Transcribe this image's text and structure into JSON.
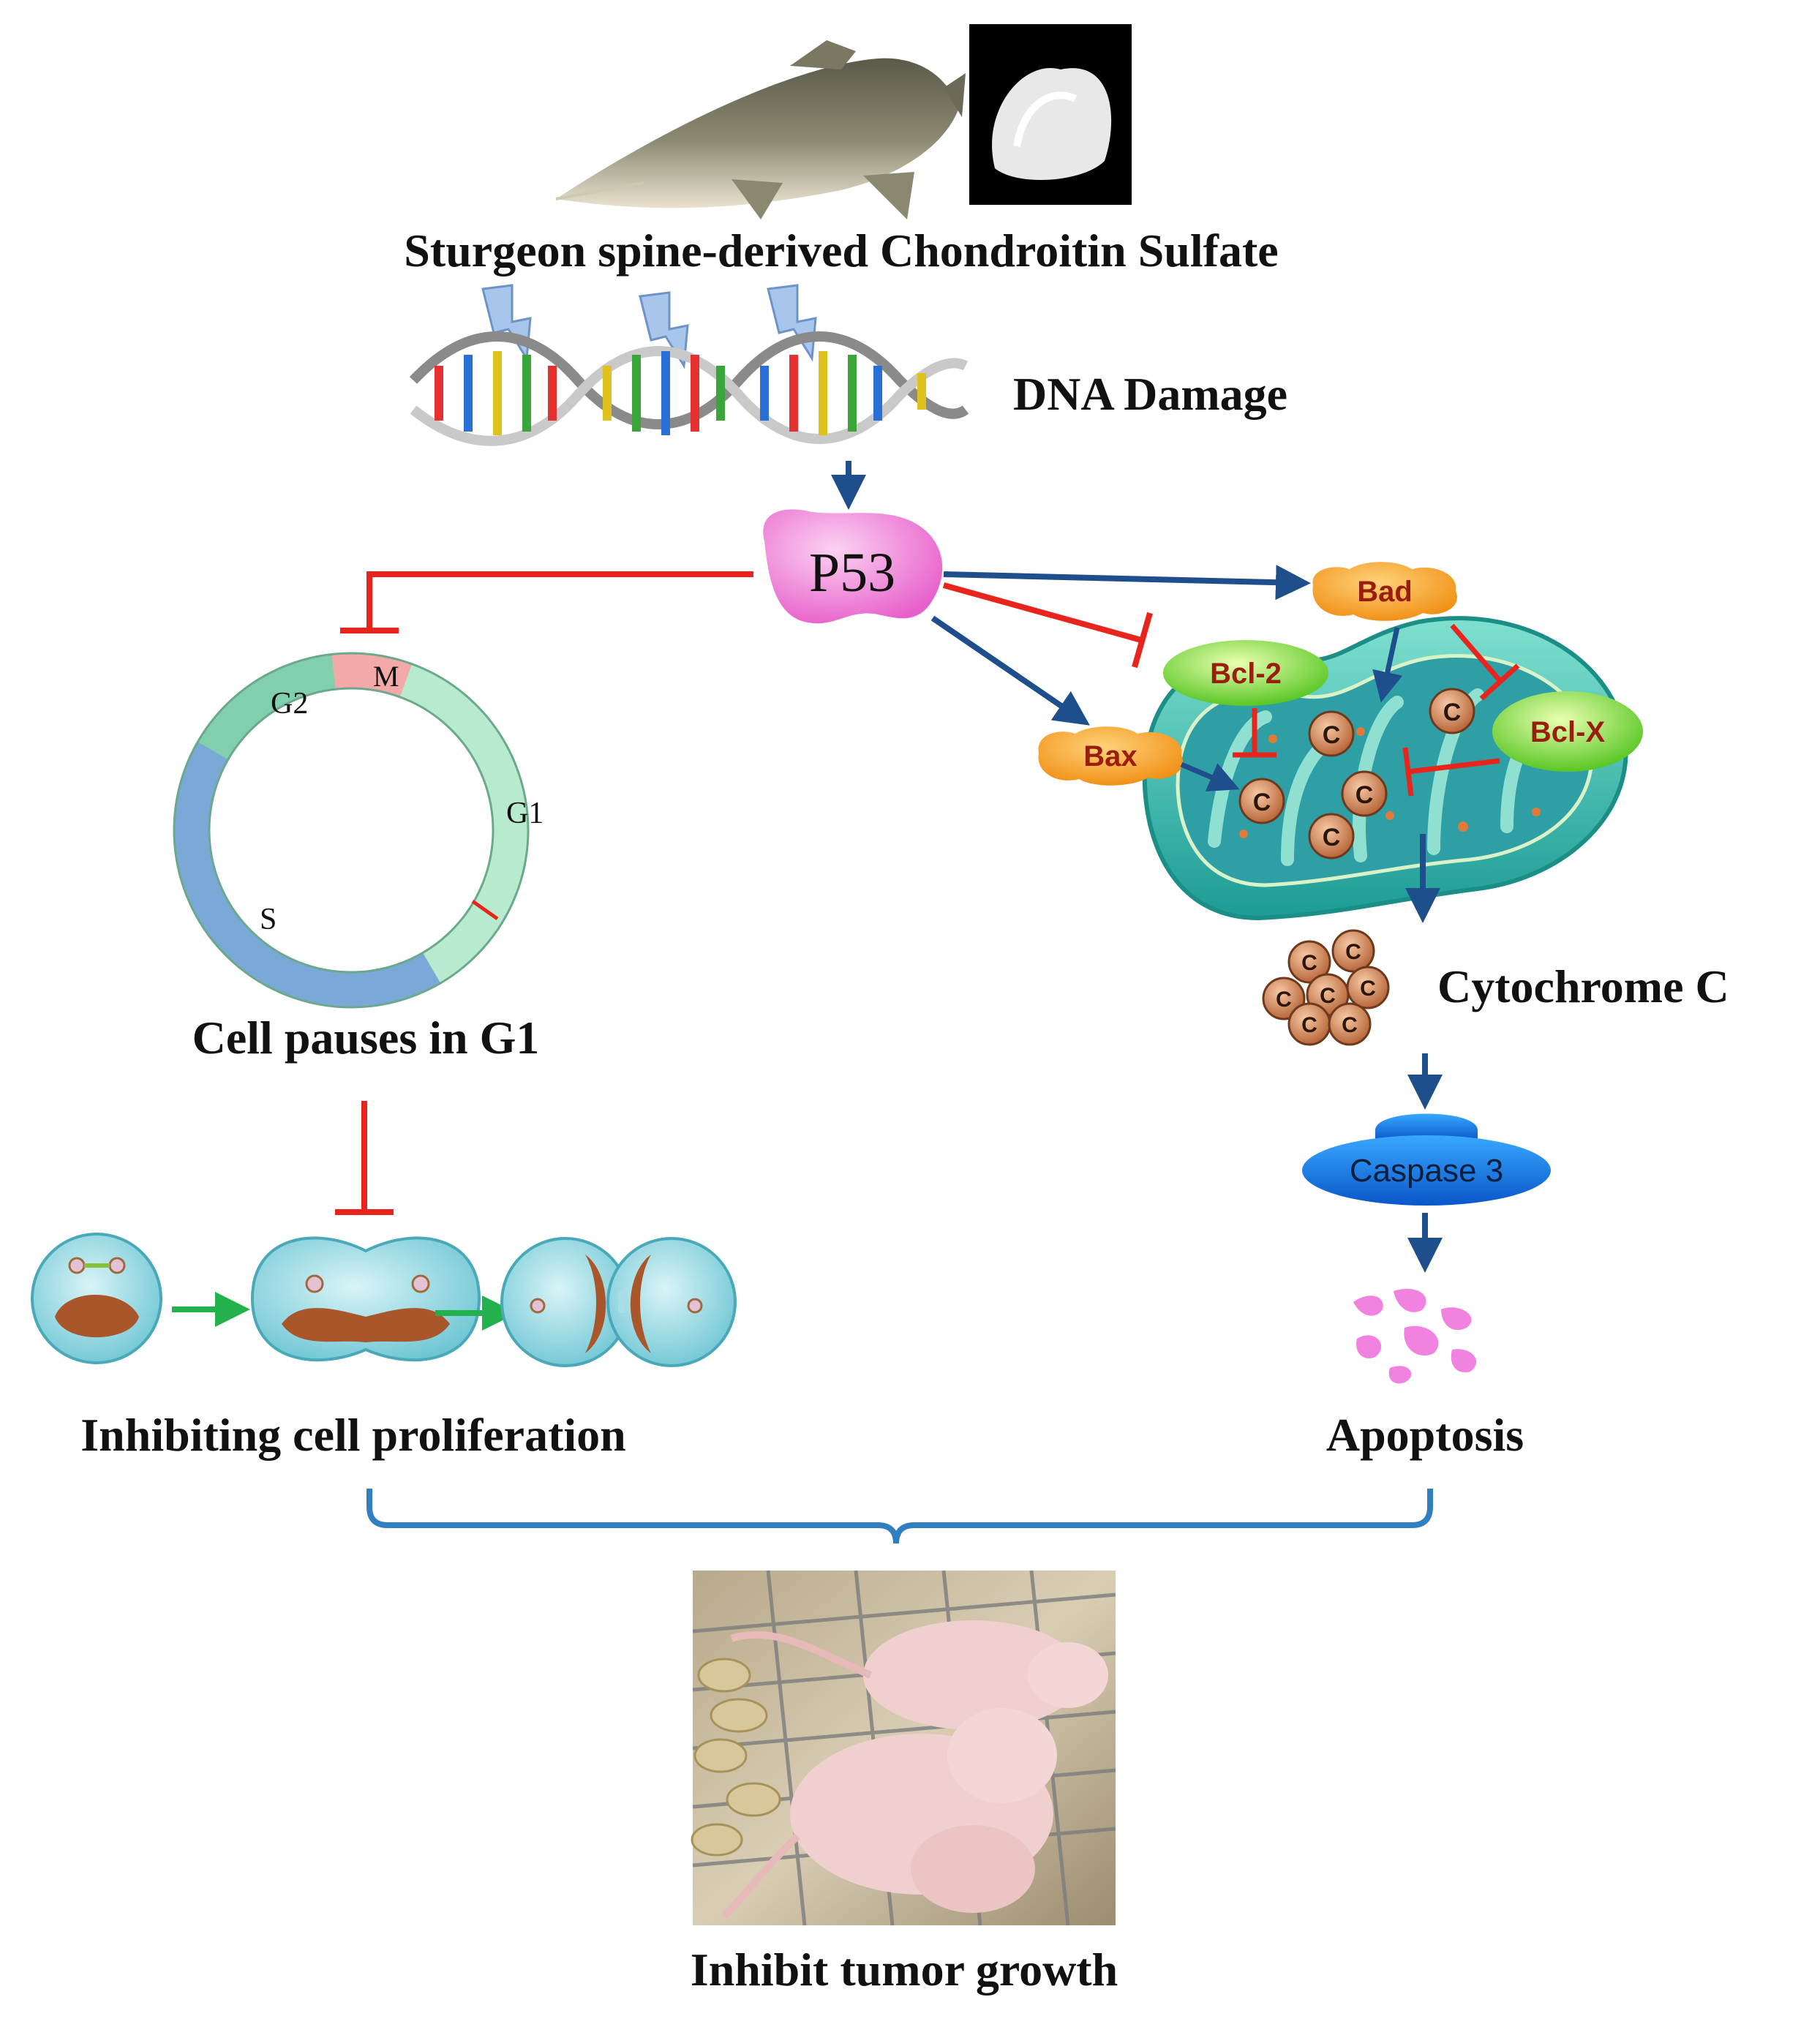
{
  "source": {
    "title": "Sturgeon spine-derived Chondroitin Sulfate"
  },
  "dna": {
    "label": "DNA Damage"
  },
  "p53": {
    "label": "P53"
  },
  "proteins": {
    "bad": "Bad",
    "bcl2": "Bcl-2",
    "bax": "Bax",
    "bclx": "Bcl-X",
    "cyto_glyph": "C"
  },
  "cell_cycle": {
    "label": "Cell pauses in G1",
    "phases": {
      "g2": "G2",
      "m": "M",
      "g1": "G1",
      "s": "S"
    }
  },
  "cytochrome": {
    "label": "Cytochrome C"
  },
  "caspase": {
    "label": "Caspase 3"
  },
  "outcomes": {
    "proliferation": "Inhibiting cell proliferation",
    "apoptosis": "Apoptosis",
    "final": "Inhibit tumor growth"
  },
  "colors": {
    "activation": "#1f4e8c",
    "inhibition": "#e8251c",
    "progression": "#22b14c",
    "bracket": "#2f7fc1",
    "p53_fill": "#f08ad8",
    "protein_orange": "#f5a623",
    "protein_green": "#7cdb2c",
    "mito_teal": "#2bb3a8",
    "caspase_blue": "#1a73e8"
  }
}
